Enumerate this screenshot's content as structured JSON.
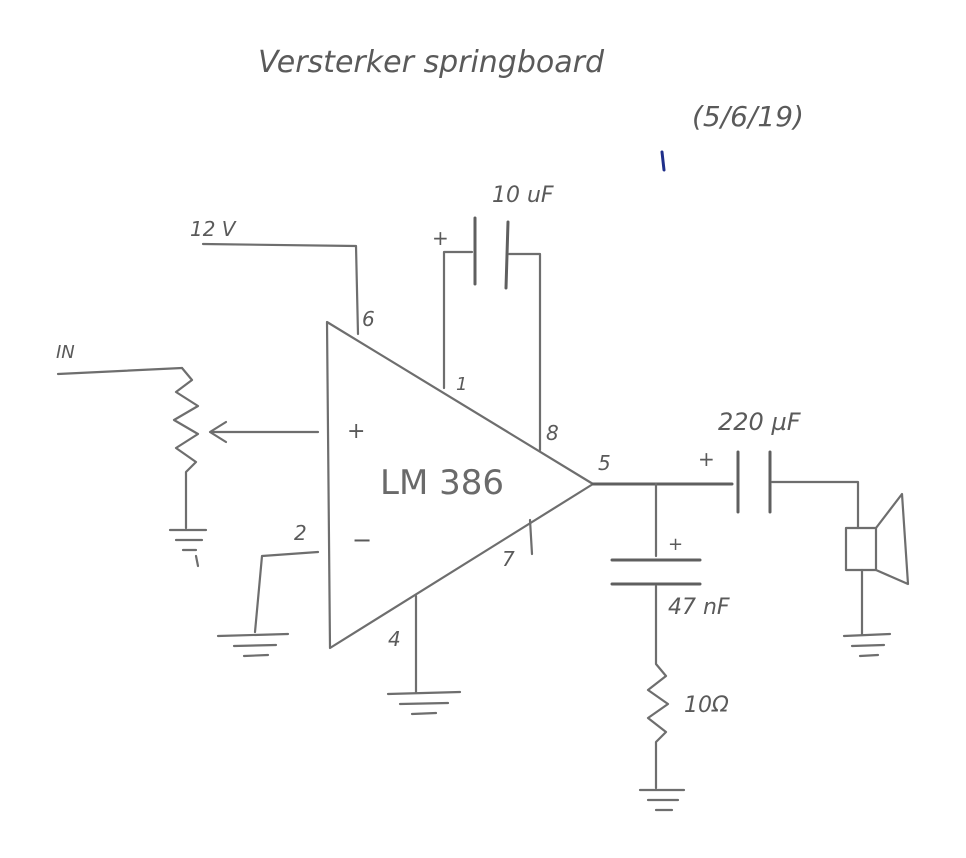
{
  "title": "Versterker springboard",
  "date": "(5/6/19)",
  "labels": {
    "supply": "12 V",
    "input": "IN",
    "chip": "LM 386",
    "pin6": "6",
    "pin1": "1",
    "pin8": "8",
    "pin5": "5",
    "pin2": "2",
    "pin7": "7",
    "pin4": "4",
    "plus_input": "+",
    "minus_input": "−",
    "cap_gain": "10 uF",
    "cap_gain_polarity": "+",
    "cap_output": "220 µF",
    "cap_output_polarity": "+",
    "cap_zobel": "47 nF",
    "cap_zobel_polarity": "+",
    "resistor_zobel": "10Ω"
  },
  "colors": {
    "pencil": "#6e6e6e",
    "ink_dot": "#1f2f8a",
    "paper": "#ffffff"
  }
}
